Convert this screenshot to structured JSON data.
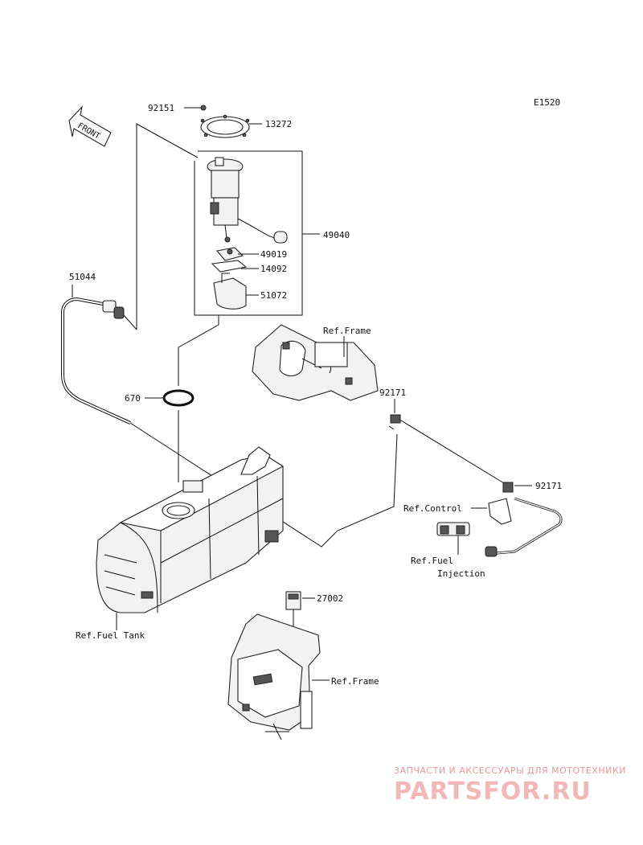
{
  "diagram": {
    "code": "E1520",
    "front_label": "FRONT",
    "parts": {
      "p92151": "92151",
      "p13272": "13272",
      "p49040": "49040",
      "p49019": "49019",
      "p14092": "14092",
      "p51072": "51072",
      "p51044": "51044",
      "p670": "670",
      "p92171a": "92171",
      "p92171b": "92171",
      "p27002": "27002"
    },
    "refs": {
      "frame_top": "Ref.Frame",
      "control": "Ref.Control",
      "fuel_injection_line1": "Ref.Fuel",
      "fuel_injection_line2": "Injection",
      "fuel_tank": "Ref.Fuel Tank",
      "frame_bottom": "Ref.Frame"
    }
  },
  "watermark": {
    "tagline": "ЗАПЧАСТИ И АКСЕССУАРЫ ДЛЯ МОТОТЕХНИКИ",
    "brand": "PARTSFOR.RU"
  }
}
